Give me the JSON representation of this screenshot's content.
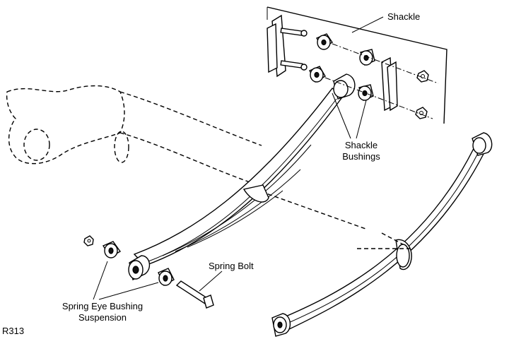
{
  "labels": {
    "shackle": "Shackle",
    "shackle_bushings_line1": "Shackle",
    "shackle_bushings_line2": "Bushings",
    "spring_bolt": "Spring Bolt",
    "spring_eye_line1": "Spring Eye Bushing",
    "spring_eye_line2": "Suspension",
    "figure_code": "R313"
  }
}
